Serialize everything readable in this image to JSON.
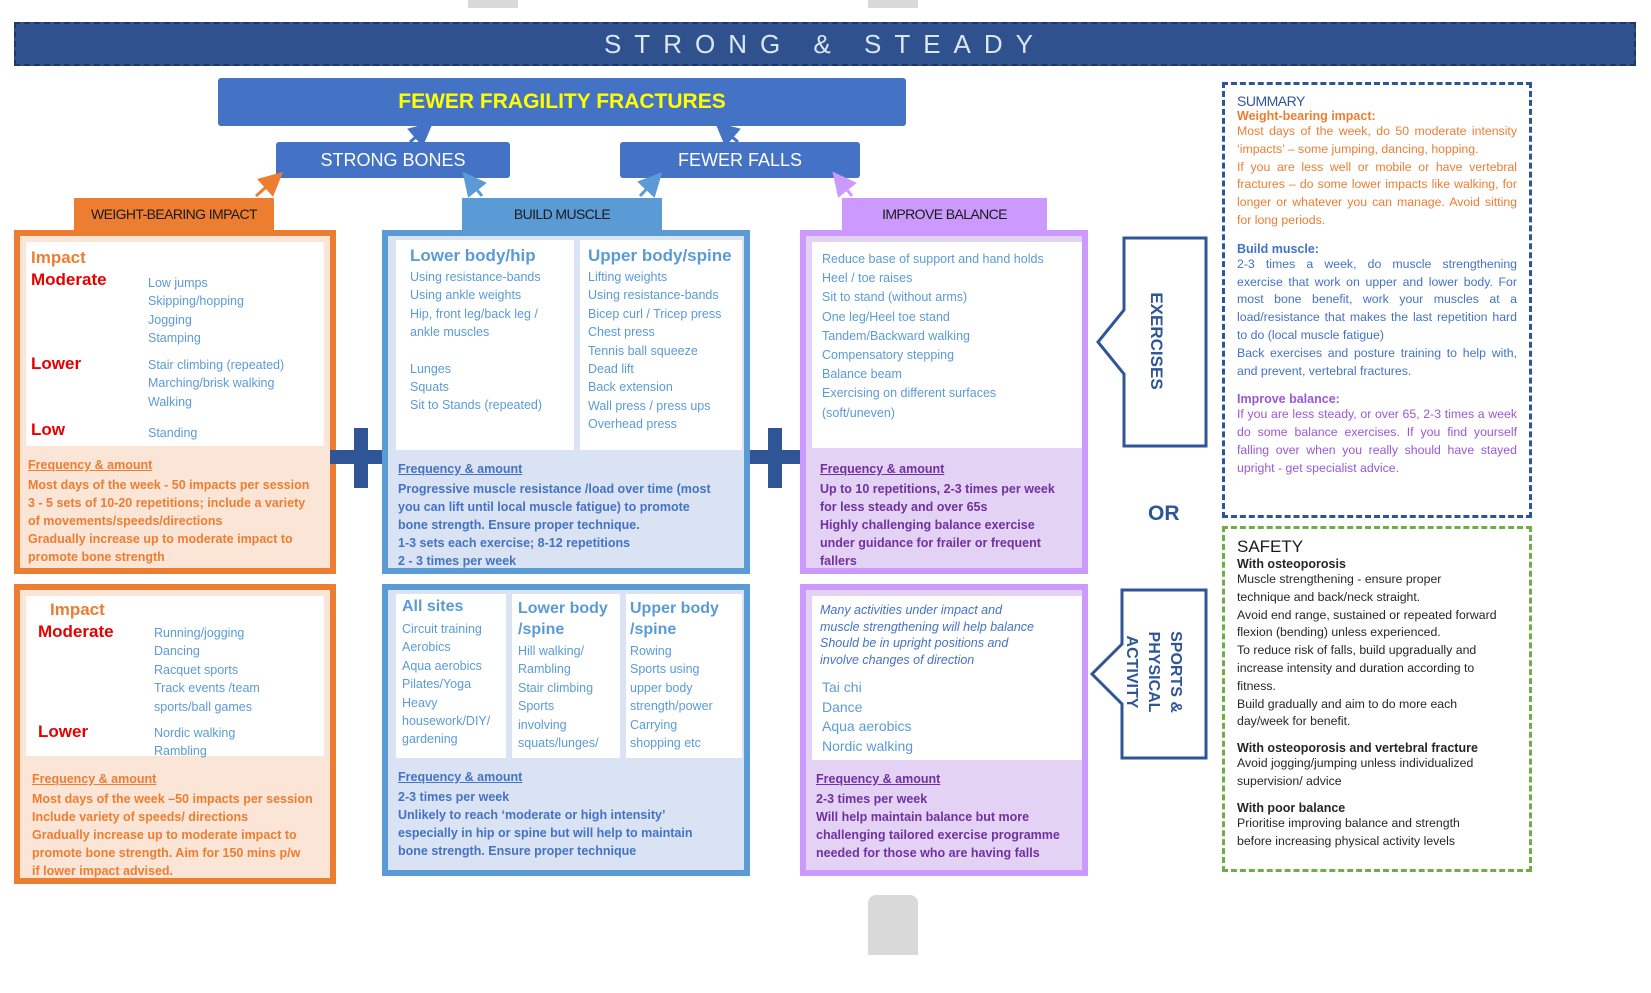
{
  "banner": "STRONG & STEADY",
  "goal": "FEWER FRAGILITY FRACTURES",
  "strong_bones": "STRONG BONES",
  "fewer_falls": "FEWER FALLS",
  "labels": {
    "weight": "WEIGHT-BEARING IMPACT",
    "muscle": "BUILD MUSCLE",
    "balance": "IMPROVE BALANCE"
  },
  "or": "OR",
  "side_labels": {
    "exercises": "EXERCISES",
    "sports": "SPORTS & PHYSICAL ACTIVITY"
  },
  "colors": {
    "banner": "#2f528f",
    "orange": "#ed7d31",
    "blue": "#5b9bd5",
    "purple": "#cc99ff",
    "green": "#70ad47",
    "red": "#e60000",
    "goal_text": "#ffff00"
  },
  "impact_exercises": {
    "title": "Impact",
    "moderate_label": "Moderate",
    "moderate_items": [
      "Low jumps",
      "Skipping/hopping",
      "Jogging",
      "Stamping"
    ],
    "lower_label": "Lower",
    "lower_items": [
      "Stair climbing (repeated)",
      "Marching/brisk walking",
      "Walking"
    ],
    "low_label": "Low",
    "low_items": [
      "Standing"
    ],
    "freq_title": "Frequency & amount",
    "freq_lines": [
      "Most days of the week - 50 impacts per session",
      "3 - 5 sets of 10-20 repetitions; include a variety",
      "of movements/speeds/directions",
      "Gradually increase up to moderate impact to",
      "promote bone strength"
    ]
  },
  "muscle_exercises": {
    "lower_title": "Lower body/hip",
    "lower_items": [
      "Using resistance-bands",
      "Using ankle weights",
      "Hip, front leg/back leg /",
      "ankle muscles",
      "",
      "Lunges",
      "Squats",
      "Sit to Stands (repeated)"
    ],
    "upper_title": "Upper body/spine",
    "upper_items": [
      "Lifting weights",
      "Using resistance-bands",
      "Bicep curl / Tricep press",
      "Chest press",
      "Tennis ball squeeze",
      "Dead lift",
      "Back extension",
      "Wall press / press ups",
      "Overhead press"
    ],
    "freq_title": "Frequency & amount",
    "freq_lines": [
      "Progressive muscle resistance /load over time (most",
      "you can lift until local muscle fatigue) to promote",
      "bone strength. Ensure proper technique.",
      "1-3 sets each exercise; 8-12 repetitions",
      "2 - 3 times per week"
    ]
  },
  "balance_exercises": {
    "items": [
      "Reduce base of support and hand holds",
      "Heel / toe raises",
      "Sit to stand (without arms)",
      "One leg/Heel toe stand",
      "Tandem/Backward walking",
      "Compensatory stepping",
      "Balance beam",
      "Exercising on different surfaces",
      "(soft/uneven)"
    ],
    "freq_title": "Frequency & amount",
    "freq_lines": [
      "Up to 10 repetitions, 2-3 times per week",
      "for less steady and over 65s",
      "Highly challenging balance exercise",
      "under guidance for frailer or frequent",
      "fallers"
    ]
  },
  "impact_sports": {
    "title": "Impact",
    "moderate_label": "Moderate",
    "moderate_items": [
      "Running/jogging",
      "Dancing",
      "Racquet sports",
      "Track events /team",
      "sports/ball games"
    ],
    "lower_label": "Lower",
    "lower_items": [
      "Nordic walking",
      "Rambling"
    ],
    "freq_title": "Frequency & amount",
    "freq_lines": [
      "Most days of the week –50 impacts per session",
      "Include variety of speeds/ directions",
      "Gradually increase up to moderate impact to",
      "promote bone strength. Aim for 150 mins p/w",
      "if lower impact advised."
    ]
  },
  "muscle_sports": {
    "all_title": "All sites",
    "all_items": [
      "Circuit training",
      "Aerobics",
      "Aqua aerobics",
      "Pilates/Yoga",
      "Heavy",
      "housework/DIY/",
      "gardening"
    ],
    "lower_title_lines": [
      "Lower body",
      "/spine"
    ],
    "lower_items": [
      "Hill walking/",
      "Rambling",
      "Stair climbing",
      "Sports",
      "involving",
      "squats/lunges/"
    ],
    "upper_title_lines": [
      "Upper body",
      "/spine"
    ],
    "upper_items": [
      "Rowing",
      "Sports using",
      "upper body",
      "strength/power",
      "Carrying",
      "shopping etc"
    ],
    "freq_title": "Frequency & amount",
    "freq_lines": [
      "2-3 times per week",
      "Unlikely to reach ‘moderate or high intensity’",
      "especially in hip or spine but will help to maintain",
      "bone strength. Ensure proper technique"
    ]
  },
  "balance_sports": {
    "intro_lines": [
      "Many activities under impact and",
      "muscle strengthening will help balance",
      "Should be in upright positions and",
      "involve changes of direction"
    ],
    "items": [
      "Tai chi",
      "Dance",
      "Aqua aerobics",
      "Nordic walking"
    ],
    "freq_title": "Frequency & amount",
    "freq_lines": [
      "2-3 times per week",
      "Will help maintain balance but more",
      "challenging tailored exercise programme",
      "needed for those who are having falls"
    ]
  },
  "summary": {
    "title": "SUMMARY",
    "wb_title": "Weight-bearing impact:",
    "wb_p1": "Most days of the week, do 50 moderate intensity ‘impacts’ – some jumping, dancing, hopping.",
    "wb_p2": "If you are less well or mobile or have vertebral fractures – do some lower impacts like walking, for longer or whatever you can manage. Avoid sitting for long periods.",
    "bm_title": "Build muscle:",
    "bm_p1": "2-3 times a week, do muscle strengthening exercise that work on upper and lower body. For most bone benefit, work your muscles at a load/resistance that makes the last repetition hard to do (local muscle fatigue)",
    "bm_p2": "Back exercises and posture training to help with, and prevent, vertebral fractures.",
    "ib_title": "Improve balance:",
    "ib_p1": "If you are less steady, or over 65, 2-3 times a week do some balance exercises. If you find yourself falling over when you really should have stayed upright - get specialist advice."
  },
  "safety": {
    "title": "SAFETY",
    "h1": "With osteoporosis",
    "p1_lines": [
      "Muscle strengthening - ensure proper",
      "technique and back/neck straight.",
      "Avoid end range, sustained or repeated forward",
      "flexion (bending) unless experienced.",
      "To reduce risk of falls, build upgradually and",
      "increase intensity and duration according to",
      "fitness.",
      "Build gradually and aim to do more each",
      "day/week for benefit."
    ],
    "h2": "With osteoporosis and vertebral fracture",
    "p2_lines": [
      "Avoid jogging/jumping unless individualized",
      "supervision/ advice"
    ],
    "h3": "With poor balance",
    "p3_lines": [
      "Prioritise improving balance and strength",
      "before increasing physical activity levels"
    ]
  }
}
